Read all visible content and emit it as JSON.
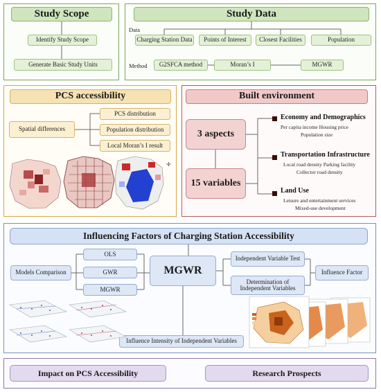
{
  "study_scope": {
    "title": "Study Scope",
    "steps": [
      "Identify Study Scope",
      "Generate Basic Study Units"
    ]
  },
  "study_data": {
    "title": "Study Data",
    "data_label": "Data",
    "data_items": [
      "Charging Station Data",
      "Points of Interest",
      "Closest Facilities",
      "Population"
    ],
    "method_label": "Method",
    "methods": [
      "G2SFCA method",
      "Moran’s I",
      "MGWR"
    ]
  },
  "pcs_accessibility": {
    "title": "PCS accessibility",
    "spatial_label": "Spatial differences",
    "items": [
      "PCS distribution",
      "Population distribution",
      "Local Moran’s I result"
    ]
  },
  "built_environment": {
    "title": "Built environment",
    "aspects": "3 aspects",
    "variables": "15 variables",
    "categories": [
      {
        "name": "Economy and Demographics",
        "lines": [
          "Per capita income Housing price",
          "Population size"
        ]
      },
      {
        "name": "Transportation Infrastructure",
        "lines": [
          "Local road density Parking facility",
          "Collector road density"
        ]
      },
      {
        "name": "Land Use",
        "lines": [
          "Leisure and entertainment services",
          "Mixed-use development"
        ]
      }
    ]
  },
  "influencing": {
    "title": "Influencing Factors of Charging Station Accessibility",
    "models_comparison": "Models Comparison",
    "models": [
      "OLS",
      "GWR",
      "MGWR"
    ],
    "center": "MGWR",
    "tests": [
      "Independent Variable Test",
      "Determination of Independent Variables"
    ],
    "influence_factor": "Influence Factor",
    "intensity": "Influence Intensity of Independent Variables"
  },
  "bottom": {
    "impact": "Impact on PCS Accessibility",
    "prospects": "Research Prospects"
  },
  "colors": {
    "green": "#7aa55a",
    "orange": "#d8a84a",
    "red": "#b65a5a",
    "blue": "#7a90b8",
    "purple": "#8d79ab"
  }
}
